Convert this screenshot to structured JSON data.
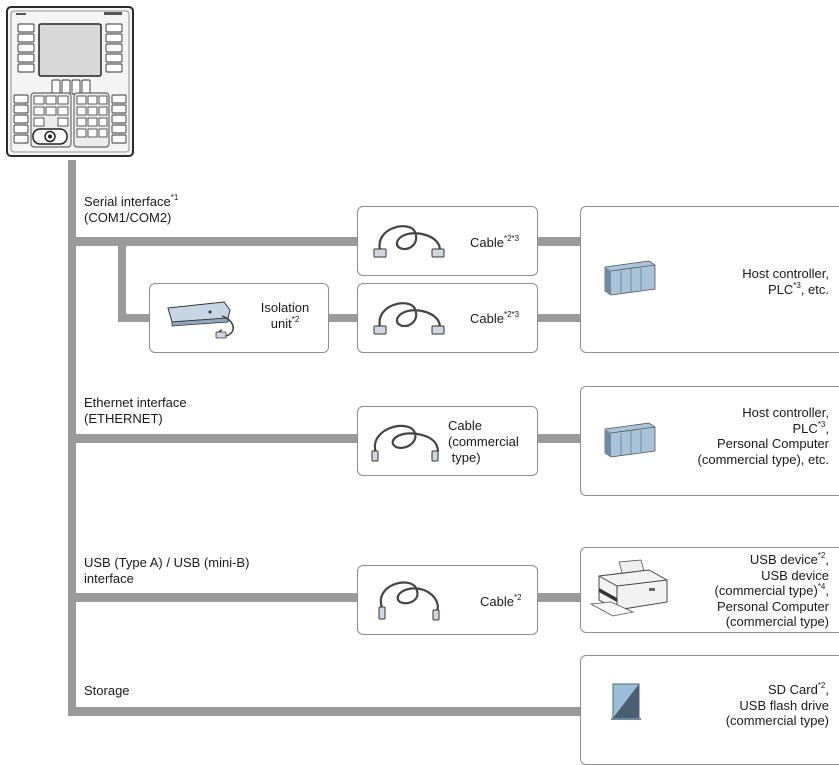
{
  "sections": {
    "serial": {
      "line1": "Serial interface",
      "line1_sup": "*1",
      "line2": "(COM1/COM2)"
    },
    "ethernet": {
      "line1": "Ethernet interface",
      "line2": "(ETHERNET)"
    },
    "usb": {
      "line1": "USB (Type A) / USB (mini-B)",
      "line2": "interface"
    },
    "storage": {
      "line1": "Storage"
    }
  },
  "cables": {
    "serial_top": {
      "label": "Cable",
      "sup": "*2*3"
    },
    "serial_bottom": {
      "label": "Cable",
      "sup": "*2*3"
    },
    "ethernet": {
      "line1": "Cable",
      "line2": "(commercial",
      "line3": "type)"
    },
    "usb": {
      "label": "Cable",
      "sup": "*2"
    }
  },
  "isolation": {
    "line1": "Isolation",
    "line2": "unit",
    "line2_sup": "*2"
  },
  "devices": {
    "serial": {
      "line1": "Host controller,",
      "line2": "PLC",
      "line2_sup": "*3",
      "line2_tail": ", etc."
    },
    "ethernet": {
      "line1": "Host controller,",
      "line2": "PLC",
      "line2_sup": "*3",
      "line2_tail": ",",
      "line3": "Personal Computer",
      "line4": "(commercial type), etc."
    },
    "usb": {
      "line1": "USB device",
      "line1_sup": "*2",
      "line1_tail": ",",
      "line2": "USB device",
      "line3": "(commercial type)",
      "line3_sup": "*4",
      "line3_tail": ",",
      "line4": "Personal Computer",
      "line5": "(commercial type)"
    },
    "storage": {
      "line1": "SD Card",
      "line1_sup": "*2",
      "line1_tail": ",",
      "line2": "USB flash drive",
      "line3": "(commercial type)"
    }
  },
  "colors": {
    "line": "#9a9a9a",
    "box_border": "#8e8e8e",
    "plc": "#a9c3d9",
    "sd": "#9bbfd8"
  }
}
